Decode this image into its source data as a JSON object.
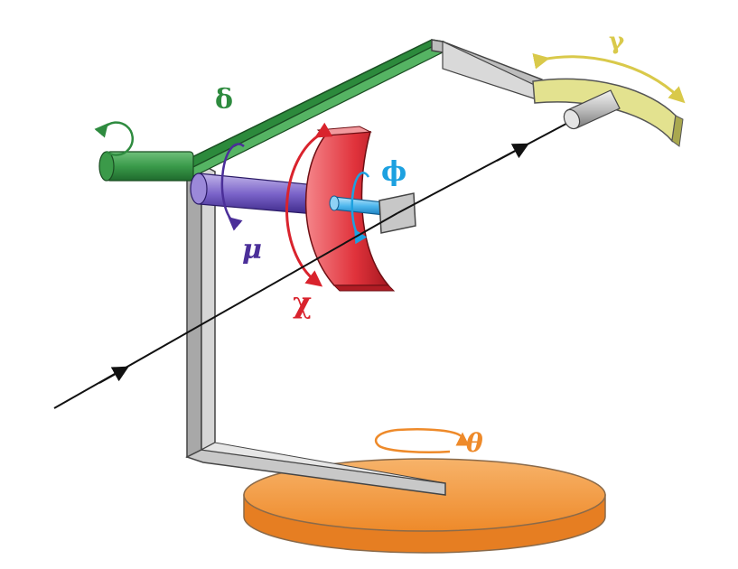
{
  "labels": {
    "delta": "δ",
    "gamma": "γ",
    "phi": "ϕ",
    "mu": "μ",
    "chi": "χ",
    "theta": "θ"
  },
  "colors": {
    "delta": "#2e8b3f",
    "gamma": "#d9c94a",
    "phi": "#1da1e0",
    "mu": "#4b2f99",
    "chi": "#d9232d",
    "theta": "#ee8a2a",
    "frame": "#bfbfbf",
    "beam": "#111111"
  }
}
